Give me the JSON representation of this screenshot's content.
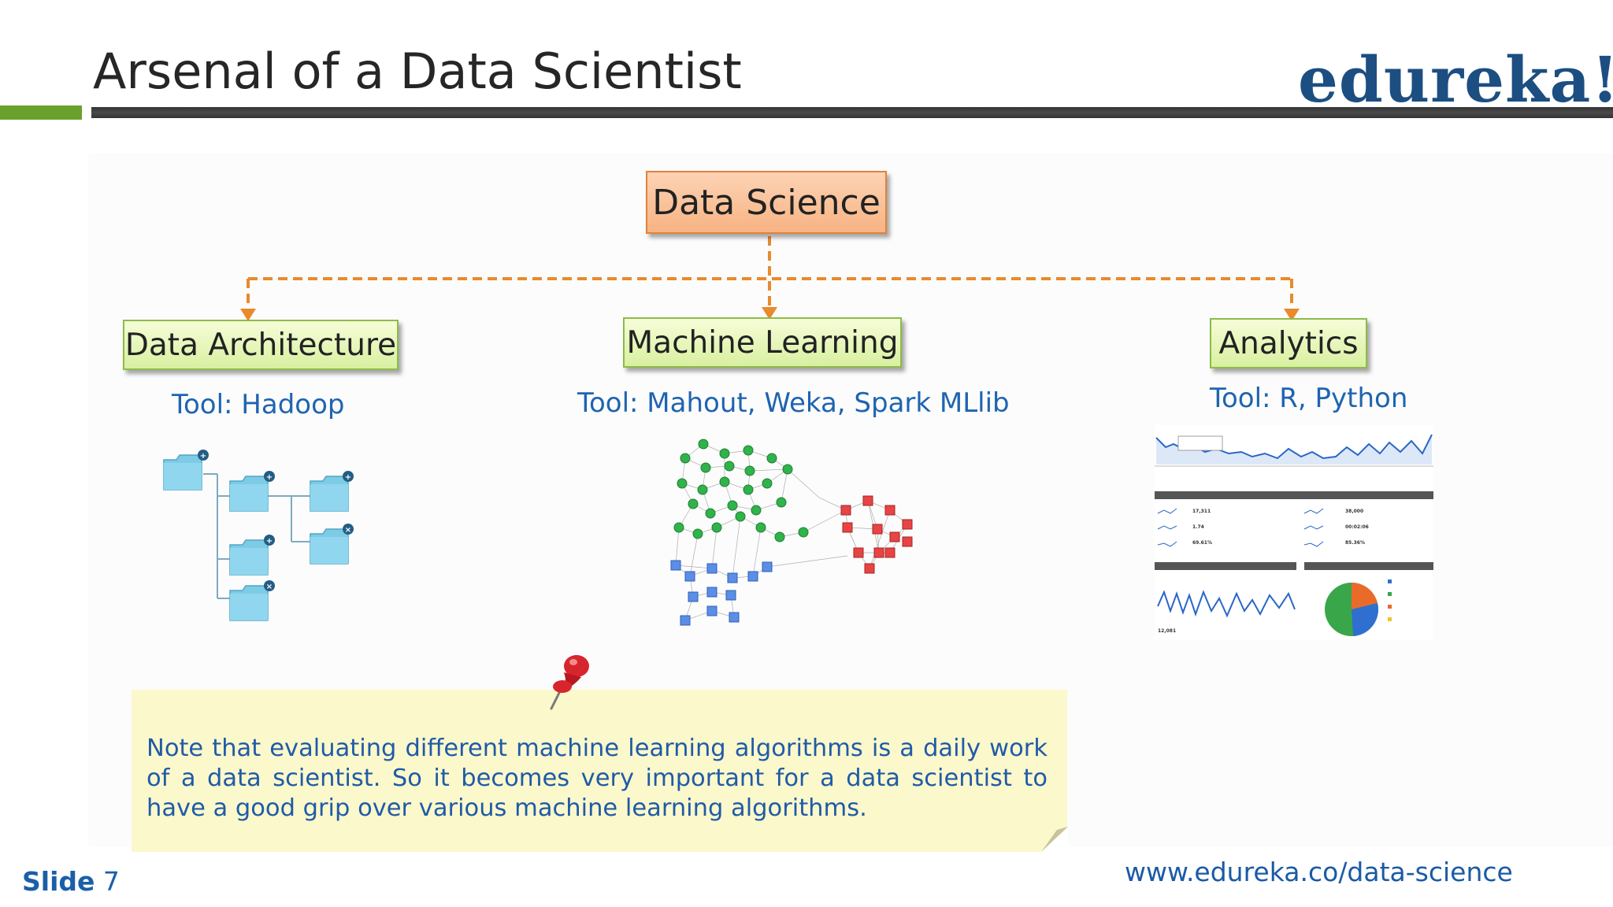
{
  "slide": {
    "title": "Arsenal of a Data Scientist",
    "logo": "edureka!",
    "slide_label": "Slide",
    "slide_number": "7",
    "url": "www.edureka.co/data-science"
  },
  "diagram": {
    "root": "Data Science",
    "branches": [
      {
        "label": "Data Architecture",
        "tool": "Tool: Hadoop"
      },
      {
        "label": "Machine Learning",
        "tool": "Tool: Mahout, Weka, Spark MLlib"
      },
      {
        "label": "Analytics",
        "tool": "Tool: R, Python"
      }
    ],
    "connector_color": "#e98a2c"
  },
  "analytics_thumbnail": {
    "stats_left": [
      "17,311",
      "1.74",
      "69.61%"
    ],
    "stats_right": [
      "38,000",
      "00:02:06",
      "85.36%"
    ],
    "bottom_count": "12,081"
  },
  "note": {
    "text": "Note that evaluating different machine learning algorithms is a daily work of a data scientist. So it becomes very important for a data scientist to have a good grip over various machine learning algorithms."
  },
  "colors": {
    "accent_green": "#6aa12d",
    "title_bar": "#3a3a3a",
    "brand_blue": "#1c4e82",
    "text_blue": "#1f64b0",
    "root_fill": "#f8b383",
    "branch_fill": "#d8f0a0",
    "note_fill": "#fbf8cb"
  },
  "icons": [
    "folder-icon",
    "plus-icon",
    "close-icon",
    "pushpin-icon",
    "network-graph-icon",
    "line-chart-icon",
    "pie-chart-icon"
  ]
}
